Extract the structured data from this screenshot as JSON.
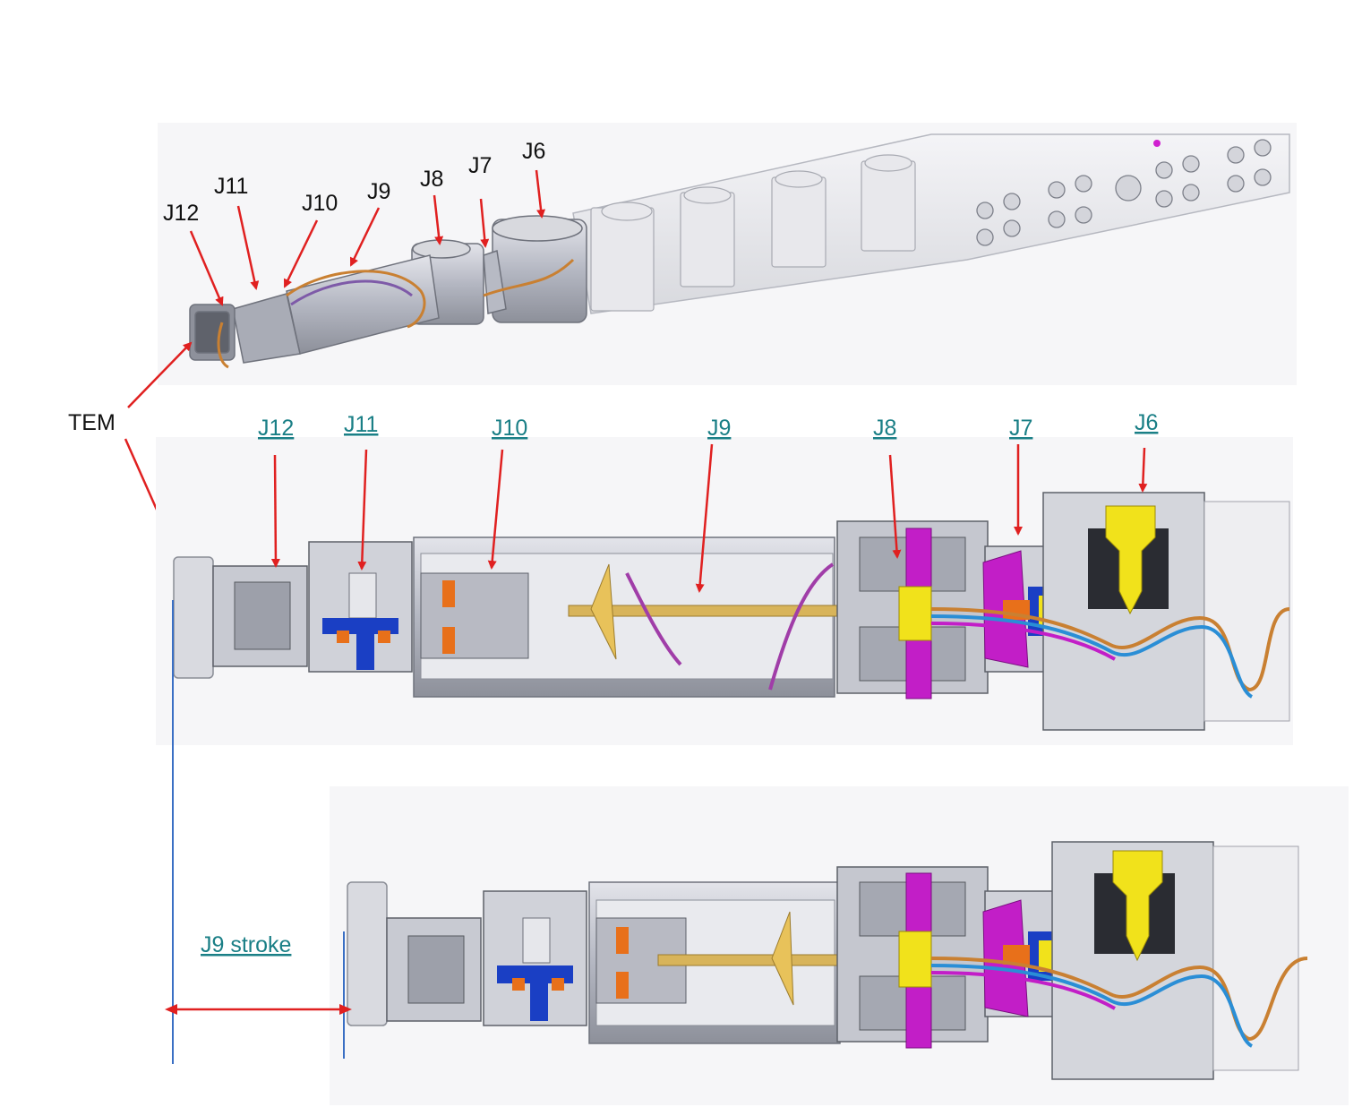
{
  "top_labels": {
    "j12": "J12",
    "j11": "J11",
    "j10": "J10",
    "j9": "J9",
    "j8": "J8",
    "j7": "J7",
    "j6": "J6"
  },
  "tem_label": "TEM",
  "middle_labels": {
    "j12": "J12",
    "j11": "J11",
    "j10": "J10",
    "j9": "J9",
    "j8": "J8",
    "j7": "J7",
    "j6": "J6"
  },
  "stroke_label": "J9 stroke",
  "colors": {
    "arrow": "#e02020",
    "link_text": "#1a7f86",
    "stroke_line": "#3a6fc4",
    "panel_bg": "#f4f4f6",
    "metal": "#b9bcc6",
    "metal_dark": "#6c6f78",
    "magenta": "#c21ec7",
    "yellow": "#f1e21b",
    "blue": "#1a3fc4",
    "orange": "#e8701a",
    "gold": "#d8b45a"
  }
}
